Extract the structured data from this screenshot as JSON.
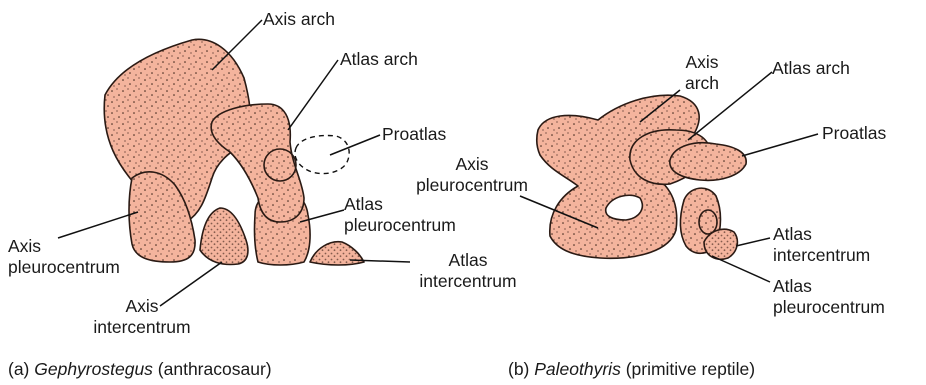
{
  "colors": {
    "bone_fill": "#f4b49d",
    "outline": "#2a1a14",
    "stipple": "#3a2218",
    "leader": "#111111"
  },
  "panel_a": {
    "labels": {
      "axis_arch": "Axis arch",
      "atlas_arch": "Atlas arch",
      "proatlas": "Proatlas",
      "atlas_pleurocentrum_1": "Atlas",
      "atlas_pleurocentrum_2": "pleurocentrum",
      "atlas_intercentrum_1": "Atlas",
      "atlas_intercentrum_2": "intercentrum",
      "axis_pleurocentrum_1": "Axis",
      "axis_pleurocentrum_2": "pleurocentrum",
      "axis_intercentrum_1": "Axis",
      "axis_intercentrum_2": "intercentrum"
    },
    "caption_prefix": "(a) ",
    "caption_taxon": "Gephyrostegus",
    "caption_suffix": " (anthracosaur)"
  },
  "panel_b": {
    "labels": {
      "axis_arch_1": "Axis",
      "axis_arch_2": "arch",
      "atlas_arch": "Atlas arch",
      "proatlas": "Proatlas",
      "axis_pleurocentrum_1": "Axis",
      "axis_pleurocentrum_2": "pleurocentrum",
      "atlas_intercentrum_1": "Atlas",
      "atlas_intercentrum_2": "intercentrum",
      "atlas_pleurocentrum_1": "Atlas",
      "atlas_pleurocentrum_2": "pleurocentrum"
    },
    "caption_prefix": "(b) ",
    "caption_taxon": "Paleothyris",
    "caption_suffix": " (primitive reptile)"
  }
}
